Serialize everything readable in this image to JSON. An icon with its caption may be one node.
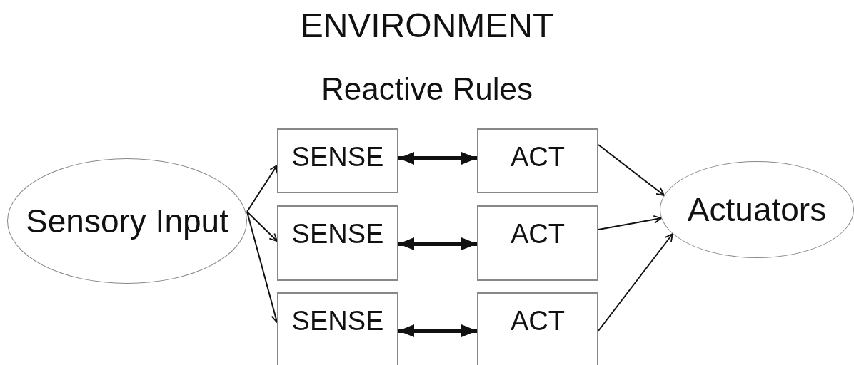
{
  "diagram": {
    "title": "ENVIRONMENT",
    "nodes": [
      {
        "text": [
          "Sensory Input"
        ]
      },
      {
        "text": [
          "SENSE"
        ]
      },
      {
        "text": [
          "ACT"
        ]
      },
      {
        "text": [
          "SENSE"
        ]
      },
      {
        "text": [
          "ACT"
        ]
      },
      {
        "text": [
          "SENSE"
        ]
      },
      {
        "text": [
          "ACT"
        ]
      },
      {
        "text": [
          "Actuators"
        ]
      }
    ],
    "edges": [
      {
        "from": 0,
        "to": 1,
        "arrow": "to"
      },
      {
        "from": 0,
        "to": 3,
        "arrow": "to"
      },
      {
        "from": 0,
        "to": 5,
        "arrow": "to"
      },
      {
        "from": 1,
        "to": 2,
        "arrow": "both",
        "style": "thick"
      },
      {
        "from": 3,
        "to": 4,
        "arrow": "both",
        "style": "thick"
      },
      {
        "from": 5,
        "to": 6,
        "arrow": "both",
        "style": "thick"
      },
      {
        "from": 2,
        "to": 7,
        "arrow": "to"
      },
      {
        "from": 4,
        "to": 7,
        "arrow": "to"
      },
      {
        "from": 6,
        "to": 7,
        "arrow": "to"
      }
    ],
    "labels": [
      "Reactive Rules"
    ]
  }
}
